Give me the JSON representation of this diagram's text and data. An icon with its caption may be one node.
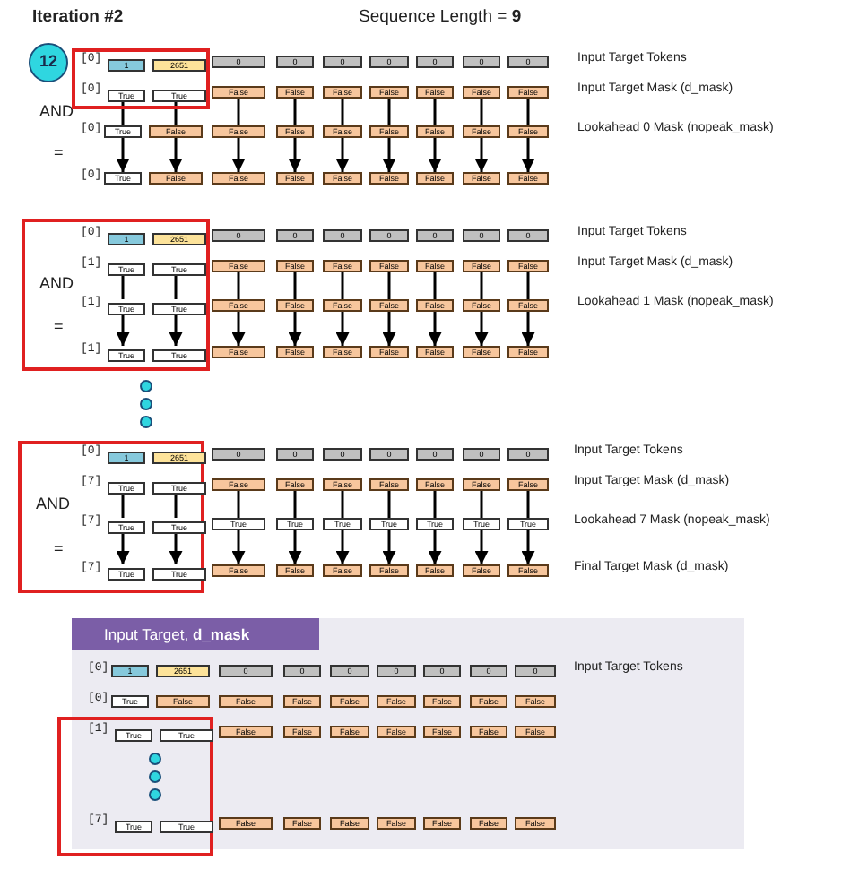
{
  "diagram": {
    "title": "Iteration #2",
    "nodes": [
      {
        "text": [
          "12"
        ]
      },
      {
        "text": [],
        "shape": "box"
      },
      {
        "text": [
          "1"
        ],
        "in": 1
      },
      {
        "text": [
          "2651"
        ],
        "in": 1
      },
      {
        "text": [
          "0"
        ]
      },
      {
        "text": [
          "0"
        ]
      },
      {
        "text": [
          "0"
        ]
      },
      {
        "text": [
          "0"
        ]
      },
      {
        "text": [
          "0"
        ]
      },
      {
        "text": [
          "0"
        ]
      },
      {
        "text": [
          "0"
        ]
      },
      {
        "text": [
          "True"
        ],
        "in": 1
      },
      {
        "text": [
          "True"
        ],
        "in": 1
      },
      {
        "text": [
          "False"
        ]
      },
      {
        "text": [
          "False"
        ]
      },
      {
        "text": [
          "False"
        ]
      },
      {
        "text": [
          "False"
        ]
      },
      {
        "text": [
          "False"
        ]
      },
      {
        "text": [
          "False"
        ]
      },
      {
        "text": [
          "False"
        ]
      },
      {
        "text": [
          "True"
        ]
      },
      {
        "text": [
          "False"
        ]
      },
      {
        "text": [
          "False"
        ]
      },
      {
        "text": [
          "False"
        ]
      },
      {
        "text": [
          "False"
        ]
      },
      {
        "text": [
          "False"
        ]
      },
      {
        "text": [
          "False"
        ]
      },
      {
        "text": [
          "False"
        ]
      },
      {
        "text": [
          "False"
        ]
      },
      {
        "text": [
          "True"
        ]
      },
      {
        "text": [
          "False"
        ]
      },
      {
        "text": [
          "False"
        ]
      },
      {
        "text": [
          "False"
        ]
      },
      {
        "text": [
          "False"
        ]
      },
      {
        "text": [
          "False"
        ]
      },
      {
        "text": [
          "False"
        ]
      },
      {
        "text": [
          "False"
        ]
      },
      {
        "text": [
          "False"
        ]
      },
      {
        "text": [],
        "shape": "box"
      },
      {
        "text": [
          "1"
        ],
        "in": 38
      },
      {
        "text": [
          "2651"
        ],
        "in": 38
      },
      {
        "text": [
          "0"
        ]
      },
      {
        "text": [
          "0"
        ]
      },
      {
        "text": [
          "0"
        ]
      },
      {
        "text": [
          "0"
        ]
      },
      {
        "text": [
          "0"
        ]
      },
      {
        "text": [
          "0"
        ]
      },
      {
        "text": [
          "0"
        ]
      },
      {
        "text": [
          "True"
        ],
        "in": 38
      },
      {
        "text": [
          "True"
        ],
        "in": 38
      },
      {
        "text": [
          "False"
        ]
      },
      {
        "text": [
          "False"
        ]
      },
      {
        "text": [
          "False"
        ]
      },
      {
        "text": [
          "False"
        ]
      },
      {
        "text": [
          "False"
        ]
      },
      {
        "text": [
          "False"
        ]
      },
      {
        "text": [
          "False"
        ]
      },
      {
        "text": [
          "True"
        ],
        "in": 38
      },
      {
        "text": [
          "True"
        ],
        "in": 38
      },
      {
        "text": [
          "False"
        ]
      },
      {
        "text": [
          "False"
        ]
      },
      {
        "text": [
          "False"
        ]
      },
      {
        "text": [
          "False"
        ]
      },
      {
        "text": [
          "False"
        ]
      },
      {
        "text": [
          "False"
        ]
      },
      {
        "text": [
          "False"
        ]
      },
      {
        "text": [
          "True"
        ],
        "in": 38
      },
      {
        "text": [
          "True"
        ],
        "in": 38
      },
      {
        "text": [
          "False"
        ]
      },
      {
        "text": [
          "False"
        ]
      },
      {
        "text": [
          "False"
        ]
      },
      {
        "text": [
          "False"
        ]
      },
      {
        "text": [
          "False"
        ]
      },
      {
        "text": [
          "False"
        ]
      },
      {
        "text": [
          "False"
        ]
      },
      {
        "text": [],
        "shape": "circle"
      },
      {
        "text": [],
        "shape": "circle"
      },
      {
        "text": [],
        "shape": "circle"
      },
      {
        "text": [],
        "shape": "box"
      },
      {
        "text": [
          "1"
        ],
        "in": 78
      },
      {
        "text": [
          "2651"
        ],
        "in": 78
      },
      {
        "text": [
          "0"
        ]
      },
      {
        "text": [
          "0"
        ]
      },
      {
        "text": [
          "0"
        ]
      },
      {
        "text": [
          "0"
        ]
      },
      {
        "text": [
          "0"
        ]
      },
      {
        "text": [
          "0"
        ]
      },
      {
        "text": [
          "0"
        ]
      },
      {
        "text": [
          "True"
        ],
        "in": 78
      },
      {
        "text": [
          "True"
        ],
        "in": 78
      },
      {
        "text": [
          "False"
        ]
      },
      {
        "text": [
          "False"
        ]
      },
      {
        "text": [
          "False"
        ]
      },
      {
        "text": [
          "False"
        ]
      },
      {
        "text": [
          "False"
        ]
      },
      {
        "text": [
          "False"
        ]
      },
      {
        "text": [
          "False"
        ]
      },
      {
        "text": [
          "True"
        ],
        "in": 78
      },
      {
        "text": [
          "True"
        ],
        "in": 78
      },
      {
        "text": [
          "True"
        ]
      },
      {
        "text": [
          "True"
        ]
      },
      {
        "text": [
          "True"
        ]
      },
      {
        "text": [
          "True"
        ]
      },
      {
        "text": [
          "True"
        ]
      },
      {
        "text": [
          "True"
        ]
      },
      {
        "text": [
          "True"
        ]
      },
      {
        "text": [
          "True"
        ],
        "in": 78
      },
      {
        "text": [
          "True"
        ],
        "in": 78
      },
      {
        "text": [
          "False"
        ]
      },
      {
        "text": [
          "False"
        ]
      },
      {
        "text": [
          "False"
        ]
      },
      {
        "text": [
          "False"
        ]
      },
      {
        "text": [
          "False"
        ]
      },
      {
        "text": [
          "False"
        ]
      },
      {
        "text": [
          "False"
        ]
      },
      {
        "text": [
          "Input Target, **d_mask**"
        ]
      },
      {
        "text": [
          "1"
        ],
        "in": 115
      },
      {
        "text": [
          "2651"
        ],
        "in": 115
      },
      {
        "text": [
          "0"
        ],
        "in": 115
      },
      {
        "text": [
          "0"
        ],
        "in": 115
      },
      {
        "text": [
          "0"
        ],
        "in": 115
      },
      {
        "text": [
          "0"
        ],
        "in": 115
      },
      {
        "text": [
          "0"
        ],
        "in": 115
      },
      {
        "text": [
          "0"
        ],
        "in": 115
      },
      {
        "text": [
          "0"
        ],
        "in": 115
      },
      {
        "text": [
          "True"
        ],
        "in": 115
      },
      {
        "text": [
          "False"
        ],
        "in": 115
      },
      {
        "text": [
          "False"
        ],
        "in": 115
      },
      {
        "text": [
          "False"
        ],
        "in": 115
      },
      {
        "text": [
          "False"
        ],
        "in": 115
      },
      {
        "text": [
          "False"
        ],
        "in": 115
      },
      {
        "text": [
          "False"
        ],
        "in": 115
      },
      {
        "text": [
          "False"
        ],
        "in": 115
      },
      {
        "text": [
          "False"
        ],
        "in": 115
      },
      {
        "text": [],
        "shape": "box",
        "in": 115
      },
      {
        "text": [
          "True"
        ],
        "in": 134
      },
      {
        "text": [
          "True"
        ],
        "in": 134
      },
      {
        "text": [
          "False"
        ],
        "in": 115
      },
      {
        "text": [
          "False"
        ],
        "in": 115
      },
      {
        "text": [
          "False"
        ],
        "in": 115
      },
      {
        "text": [
          "False"
        ],
        "in": 115
      },
      {
        "text": [
          "False"
        ],
        "in": 115
      },
      {
        "text": [
          "False"
        ],
        "in": 115
      },
      {
        "text": [
          "False"
        ],
        "in": 115
      },
      {
        "text": [],
        "shape": "circle",
        "in": 134
      },
      {
        "text": [],
        "shape": "circle",
        "in": 134
      },
      {
        "text": [],
        "shape": "circle",
        "in": 134
      },
      {
        "text": [
          "True"
        ],
        "in": 134
      },
      {
        "text": [
          "True"
        ],
        "in": 134
      },
      {
        "text": [
          "False"
        ],
        "in": 115
      },
      {
        "text": [
          "False"
        ],
        "in": 115
      },
      {
        "text": [
          "False"
        ],
        "in": 115
      },
      {
        "text": [
          "False"
        ],
        "in": 115
      },
      {
        "text": [
          "False"
        ],
        "in": 115
      },
      {
        "text": [
          "False"
        ],
        "in": 115
      },
      {
        "text": [
          "False"
        ],
        "in": 115
      }
    ],
    "edges": [
      {
        "from": 11,
        "to": 20,
        "arrow": "none"
      },
      {
        "from": 20,
        "to": 29,
        "arrow": "to"
      },
      {
        "from": 12,
        "to": 21,
        "arrow": "none"
      },
      {
        "from": 21,
        "to": 30,
        "arrow": "to"
      },
      {
        "from": 13,
        "to": 22,
        "arrow": "none"
      },
      {
        "from": 22,
        "to": 31,
        "arrow": "to"
      },
      {
        "from": 14,
        "to": 23,
        "arrow": "none"
      },
      {
        "from": 23,
        "to": 32,
        "arrow": "to"
      },
      {
        "from": 15,
        "to": 24,
        "arrow": "none"
      },
      {
        "from": 24,
        "to": 33,
        "arrow": "to"
      },
      {
        "from": 16,
        "to": 25,
        "arrow": "none"
      },
      {
        "from": 25,
        "to": 34,
        "arrow": "to"
      },
      {
        "from": 17,
        "to": 26,
        "arrow": "none"
      },
      {
        "from": 26,
        "to": 35,
        "arrow": "to"
      },
      {
        "from": 18,
        "to": 27,
        "arrow": "none"
      },
      {
        "from": 27,
        "to": 36,
        "arrow": "to"
      },
      {
        "from": 19,
        "to": 28,
        "arrow": "none"
      },
      {
        "from": 28,
        "to": 37,
        "arrow": "to"
      },
      {
        "from": 48,
        "to": 57,
        "arrow": "none"
      },
      {
        "from": 57,
        "to": 66,
        "arrow": "to"
      },
      {
        "from": 49,
        "to": 58,
        "arrow": "none"
      },
      {
        "from": 58,
        "to": 67,
        "arrow": "to"
      },
      {
        "from": 50,
        "to": 59,
        "arrow": "none"
      },
      {
        "from": 59,
        "to": 68,
        "arrow": "to"
      },
      {
        "from": 51,
        "to": 60,
        "arrow": "none"
      },
      {
        "from": 60,
        "to": 69,
        "arrow": "to"
      },
      {
        "from": 52,
        "to": 61,
        "arrow": "none"
      },
      {
        "from": 61,
        "to": 70,
        "arrow": "to"
      },
      {
        "from": 53,
        "to": 62,
        "arrow": "none"
      },
      {
        "from": 62,
        "to": 71,
        "arrow": "to"
      },
      {
        "from": 54,
        "to": 63,
        "arrow": "none"
      },
      {
        "from": 63,
        "to": 72,
        "arrow": "to"
      },
      {
        "from": 55,
        "to": 64,
        "arrow": "none"
      },
      {
        "from": 64,
        "to": 73,
        "arrow": "to"
      },
      {
        "from": 56,
        "to": 65,
        "arrow": "none"
      },
      {
        "from": 65,
        "to": 74,
        "arrow": "to"
      },
      {
        "from": 88,
        "to": 97,
        "arrow": "none"
      },
      {
        "from": 97,
        "to": 106,
        "arrow": "to"
      },
      {
        "from": 89,
        "to": 98,
        "arrow": "none"
      },
      {
        "from": 98,
        "to": 107,
        "arrow": "to"
      },
      {
        "from": 90,
        "to": 99,
        "arrow": "none"
      },
      {
        "from": 99,
        "to": 108,
        "arrow": "to"
      },
      {
        "from": 91,
        "to": 100,
        "arrow": "none"
      },
      {
        "from": 100,
        "to": 109,
        "arrow": "to"
      },
      {
        "from": 92,
        "to": 101,
        "arrow": "none"
      },
      {
        "from": 101,
        "to": 110,
        "arrow": "to"
      },
      {
        "from": 93,
        "to": 102,
        "arrow": "none"
      },
      {
        "from": 102,
        "to": 111,
        "arrow": "to"
      },
      {
        "from": 94,
        "to": 103,
        "arrow": "none"
      },
      {
        "from": 103,
        "to": 112,
        "arrow": "to"
      },
      {
        "from": 95,
        "to": 104,
        "arrow": "none"
      },
      {
        "from": 104,
        "to": 113,
        "arrow": "to"
      },
      {
        "from": 96,
        "to": 105,
        "arrow": "none"
      },
      {
        "from": 105,
        "to": 114,
        "arrow": "to"
      }
    ],
    "labels": [
      "Sequence Length = **9**",
      "[0]",
      "Input Target Tokens",
      "[0]",
      "Input Target Mask (d_mask)",
      "AND",
      "[0]",
      "Lookahead 0 Mask (nopeak_mask)",
      "=",
      "[0]",
      "[0]",
      "Input Target Tokens",
      "[1]",
      "Input Target Mask (d_mask)",
      "AND",
      "[1]",
      "Lookahead 1 Mask (nopeak_mask)",
      "=",
      "[1]",
      "[0]",
      "Input Target Tokens",
      "[7]",
      "Input Target Mask (d_mask)",
      "AND",
      "[7]",
      "Lookahead 7 Mask (nopeak_mask)",
      "=",
      "[7]",
      "Final Target Mask (d_mask)",
      "[0]",
      "Input Target Tokens",
      "[0]",
      "[1]",
      "[7]"
    ]
  }
}
